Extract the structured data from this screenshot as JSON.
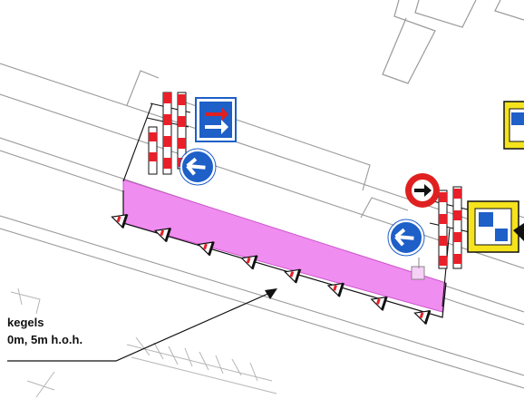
{
  "callout": {
    "line1": "kegels",
    "line2": "0m, 5m h.o.h."
  },
  "colors": {
    "work_zone": "#f08df0",
    "barrier_red": "#e8202a",
    "sign_blue": "#1e5fc8",
    "sign_red": "#e02020",
    "panel_yellow": "#f5e31e",
    "road_line": "#9a9a9a"
  },
  "icons": [
    "keep-right-sign",
    "keep-left-sign",
    "no-overtaking-sign",
    "lane-shift-sign",
    "traffic-cone",
    "arrow-board"
  ],
  "cone_count": 8
}
